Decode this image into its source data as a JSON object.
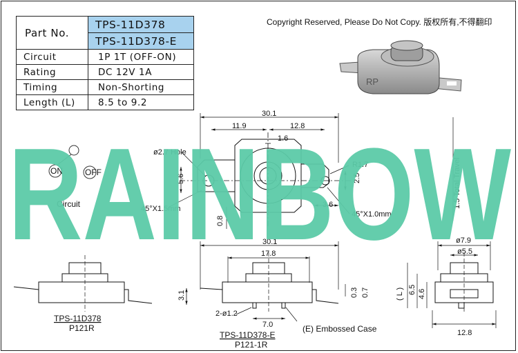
{
  "spec_table": {
    "part_label": "Part No.",
    "part_numbers": [
      "TPS-11D378",
      "TPS-11D378-E"
    ],
    "rows": [
      {
        "label": "Circuit",
        "value": "1P 1T (OFF-ON)"
      },
      {
        "label": "Rating",
        "value": "DC 12V 1A"
      },
      {
        "label": "Timing",
        "value": "Non-Shorting"
      },
      {
        "label": "Length (L)",
        "value": "8.5 to 9.2"
      }
    ],
    "highlight_color": "#a8d2ee"
  },
  "copyright": "Copyright Reserved, Please Do Not Copy. 版权所有,不得翻印",
  "watermark": {
    "text": "RAINBOW",
    "color": "#5ccaa8"
  },
  "product_photo": {
    "mark": "RP"
  },
  "circuit": {
    "on": "ON",
    "off": "OFF",
    "label": "Circuit"
  },
  "top_view": {
    "overall_width": "30.1",
    "left_offset": "11.9",
    "right_offset": "12.8",
    "slot_width": "1.6",
    "hole": "ø2.7 Hole",
    "height": "5.6",
    "radius": "R1.7",
    "pin_width": "2.5",
    "pin_length": "3.6",
    "left_chamfer": "45°X1.5mm",
    "right_chamfer": "45°X1.0mm",
    "terminal_thickness": "0.8",
    "travel": "1.5 Total Travel"
  },
  "front_view": {
    "overall_width": "30.1",
    "case_width": "17.8",
    "pin_spacing": "7.0",
    "pins": "2-ø1.2",
    "height": "3.1",
    "gap_a": "0.3",
    "gap_b": "0.7",
    "embossed": "(E)  Embossed Case"
  },
  "side_view": {
    "outer_dia": "ø7.9",
    "inner_dia": "ø5.5",
    "length": "( L )",
    "h1": "6.5",
    "h2": "4.6",
    "width": "12.8"
  },
  "captions": {
    "left_model": "TPS-11D378",
    "left_code": "P121R",
    "mid_model": "TPS-11D378-E",
    "mid_code": "P121-1R"
  }
}
